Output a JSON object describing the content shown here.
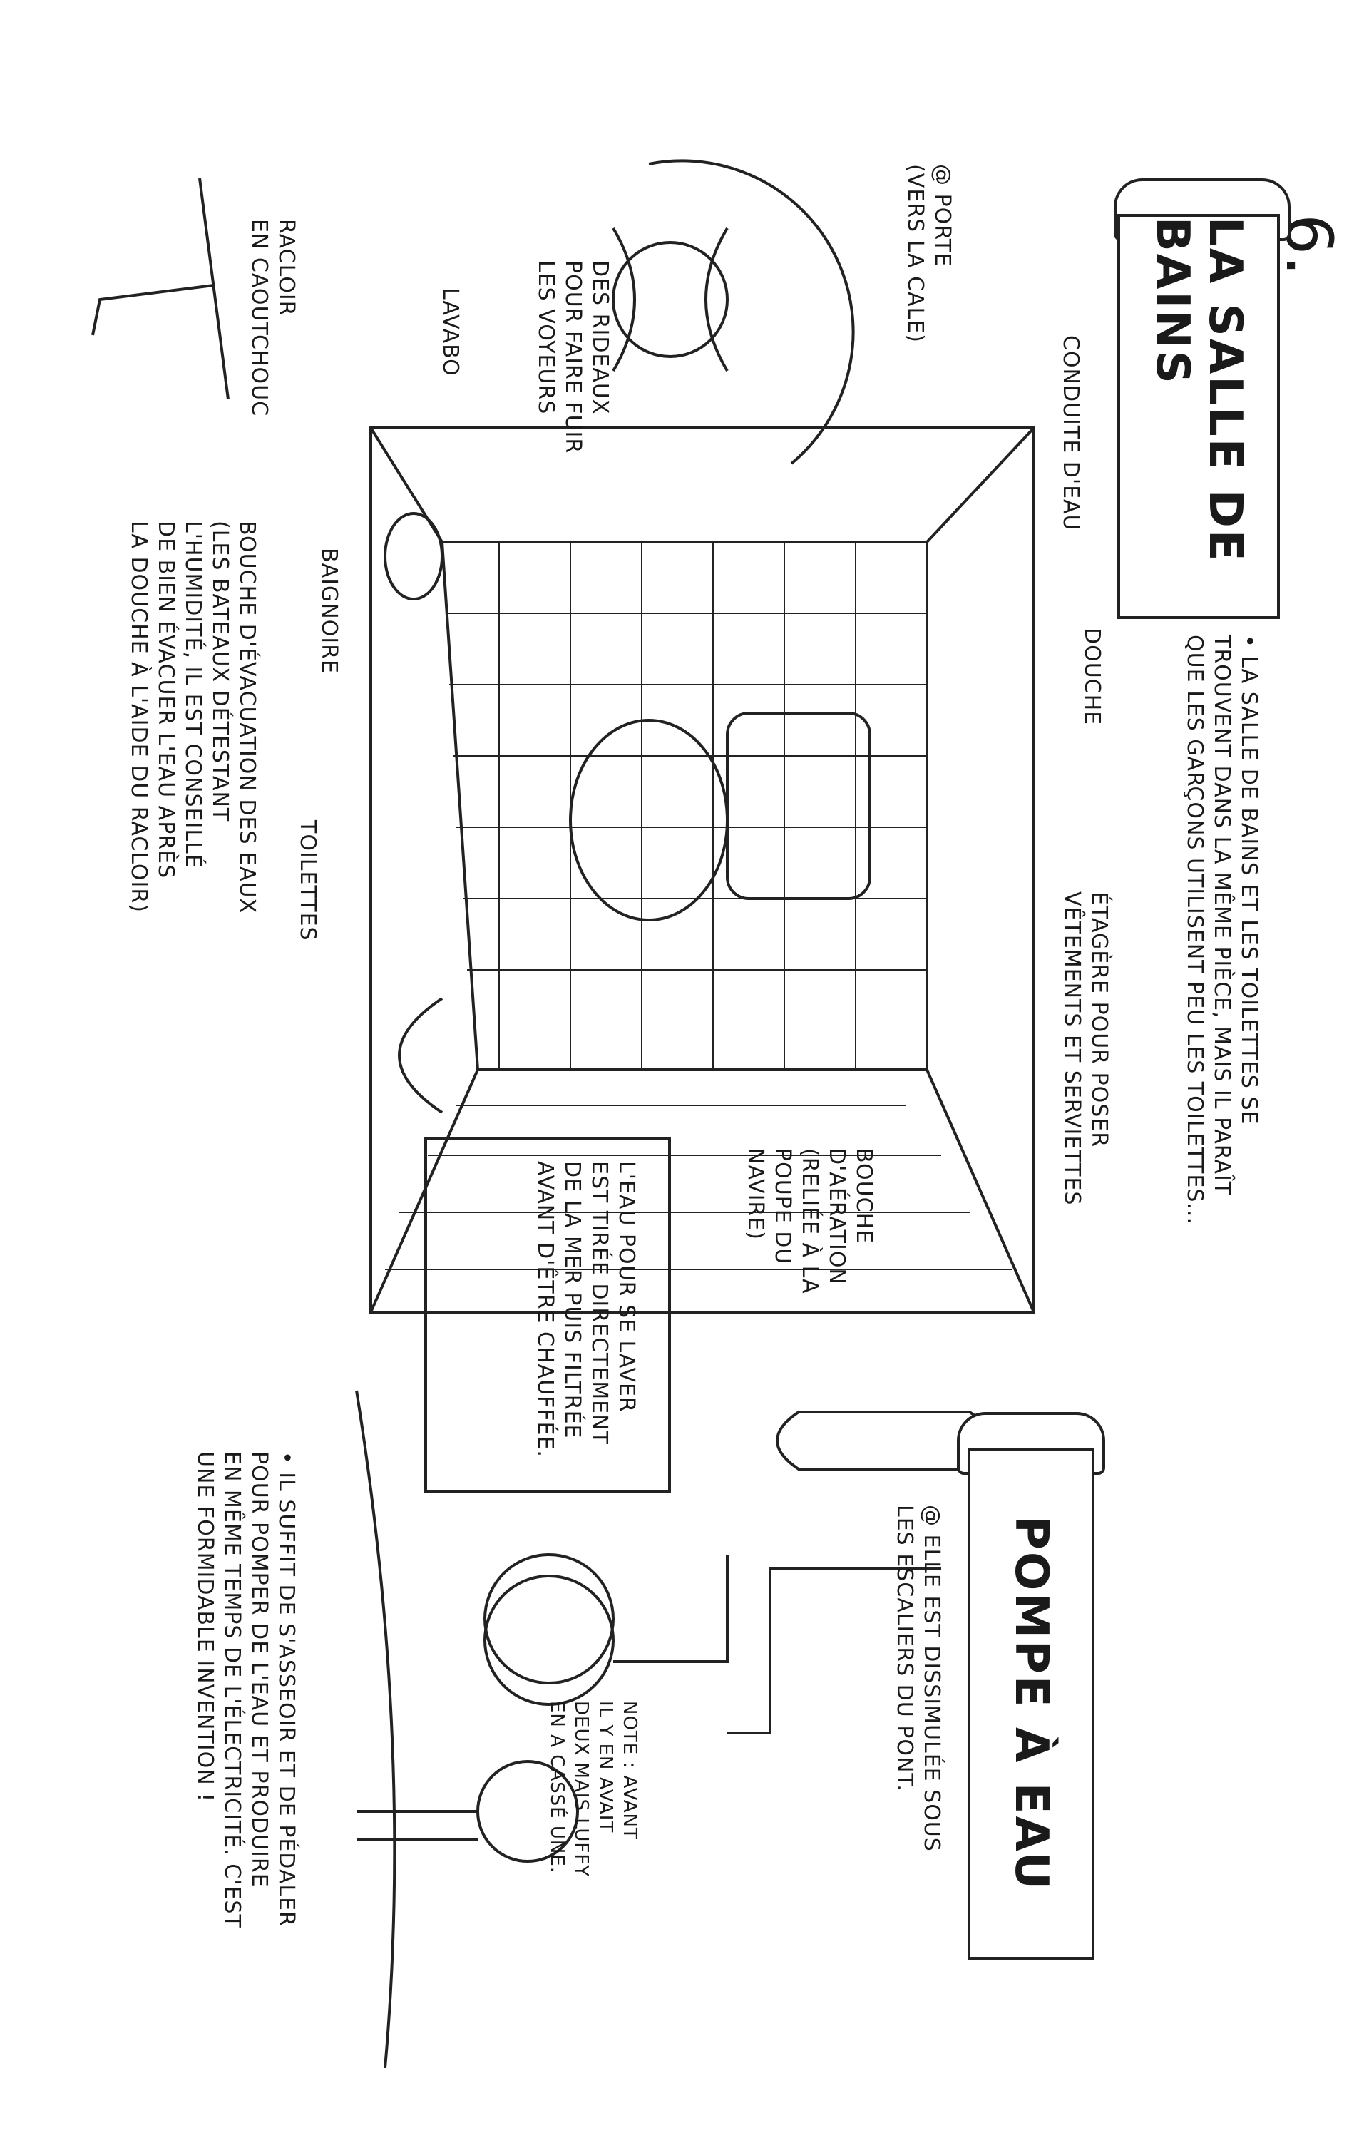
{
  "page_number": "6.",
  "bathroom": {
    "title": "LA SALLE DE BAINS",
    "bullet": "• La salle de bains et les toilettes se\ntrouvent dans la même pièce, mais il paraît\nque les garçons utilisent peu les toilettes...",
    "labels": {
      "conduite": "Conduite d'eau",
      "douche": "Douche",
      "etagere": "Étagère pour poser\nvêtements et serviettes",
      "aeration": "Bouche\nd'aération\n(reliée à la\npoupe du\nnavire)",
      "porte": "@ Porte\n(vers la cale)",
      "rideaux": "Des rideaux\npour faire fuir\nles voyeurs",
      "lavabo": "Lavabo",
      "racloir": "Racloir\nen caoutchouc",
      "baignoire": "Baignoire",
      "toilettes": "Toilettes",
      "evacuation": "Bouche d'évacuation des eaux\n(Les bateaux détestant\nl'humidité, il est conseillé\nde bien évacuer l'eau après\nla douche à l'aide du racloir)"
    }
  },
  "pump": {
    "title": "POMPE À EAU",
    "location": "@ Elle est dissimulée sous\nles escaliers du pont.",
    "water_box": "L'eau pour se laver\nest tirée directement\nde la mer puis filtrée\navant d'être chauffée.",
    "note": "Note : avant\nil y en avait\ndeux mais Luffy\nen a cassé une.",
    "bullet": "• Il suffit de s'asseoir et de pédaler\npour pomper de l'eau et produire\nen même temps de l'électricité. C'est\nune formidable invention !"
  }
}
